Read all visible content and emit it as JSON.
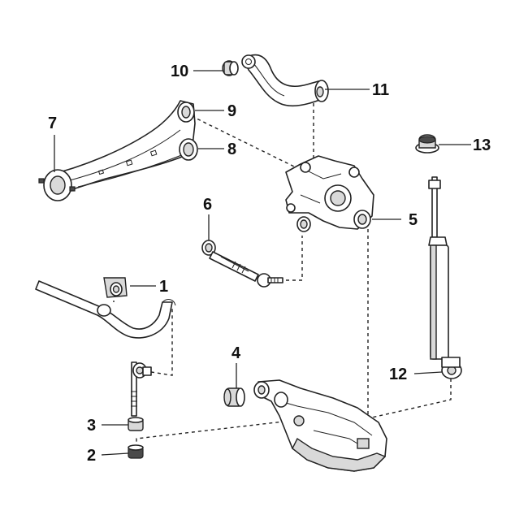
{
  "callouts": [
    {
      "id": "1",
      "label": "1",
      "part": "stabilizer-bar-bushing"
    },
    {
      "id": "2",
      "label": "2",
      "part": "link-lower-bushing"
    },
    {
      "id": "3",
      "label": "3",
      "part": "link-upper-bushing"
    },
    {
      "id": "4",
      "label": "4",
      "part": "lower-arm-bushing"
    },
    {
      "id": "5",
      "label": "5",
      "part": "knuckle-bushing"
    },
    {
      "id": "6",
      "label": "6",
      "part": "toe-control-rod"
    },
    {
      "id": "7",
      "label": "7",
      "part": "trailing-arm-front-bushing"
    },
    {
      "id": "8",
      "label": "8",
      "part": "trailing-arm-rear-bushing"
    },
    {
      "id": "9",
      "label": "9",
      "part": "trailing-arm-upper-bushing"
    },
    {
      "id": "10",
      "label": "10",
      "part": "upper-arm-inner-bushing"
    },
    {
      "id": "11",
      "label": "11",
      "part": "upper-arm-outer-bushing"
    },
    {
      "id": "12",
      "label": "12",
      "part": "shock-absorber-lower-bushing"
    },
    {
      "id": "13",
      "label": "13",
      "part": "shock-mount-bushing"
    }
  ]
}
